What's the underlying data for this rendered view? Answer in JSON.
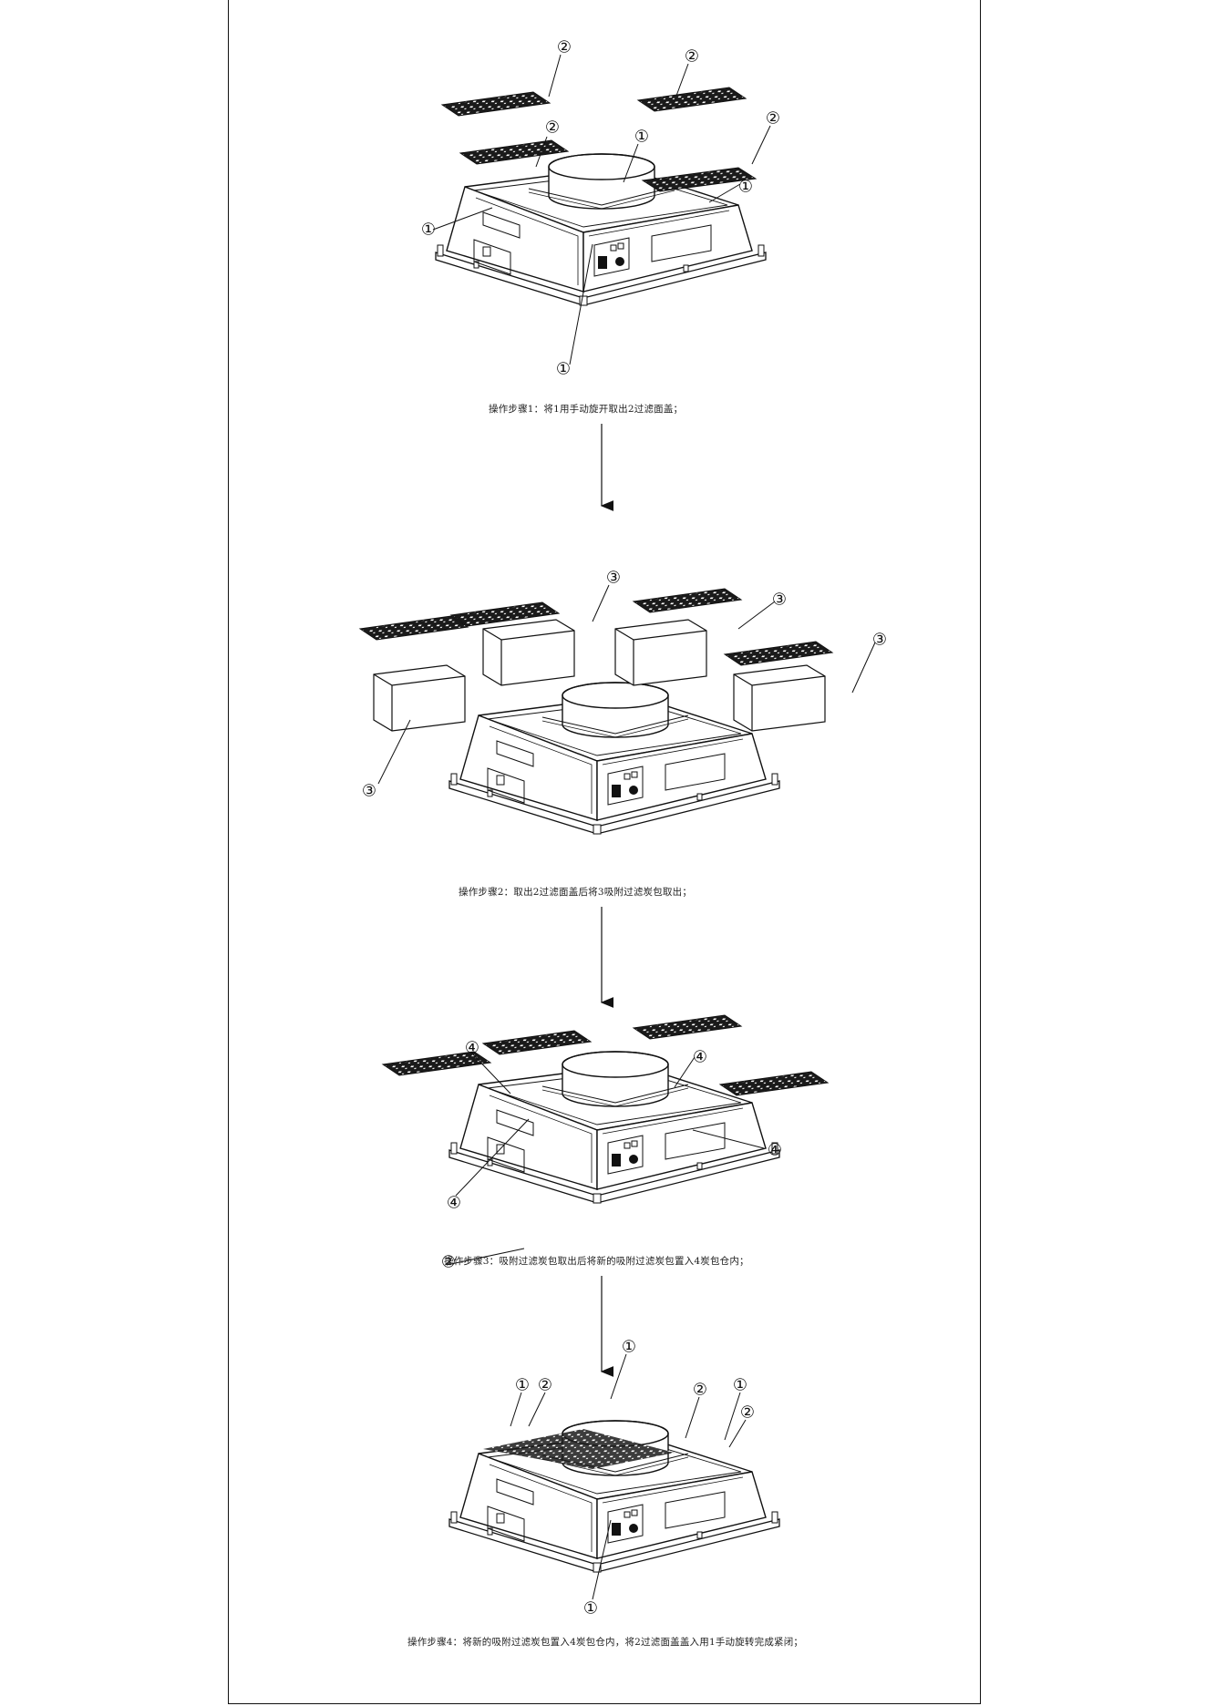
{
  "captions": {
    "step1": "操作步骤1：将1用手动旋开取出2过滤面盖；",
    "step2": "操作步骤2：取出2过滤面盖后将3吸附过滤炭包取出；",
    "step3": "操作步骤3：吸附过滤炭包取出后将新的吸附过滤炭包置入4炭包仓内；",
    "step4": "操作步骤4：将新的吸附过滤炭包置入4炭包仓内，将2过滤面盖盖入用1手动旋转完成紧闭；"
  },
  "symbols": {
    "c1": "①",
    "c2": "②",
    "c3": "③",
    "c4": "④"
  },
  "colors": {
    "line": "#111111",
    "mesh": "#1a1a1a",
    "paper": "#ffffff"
  }
}
